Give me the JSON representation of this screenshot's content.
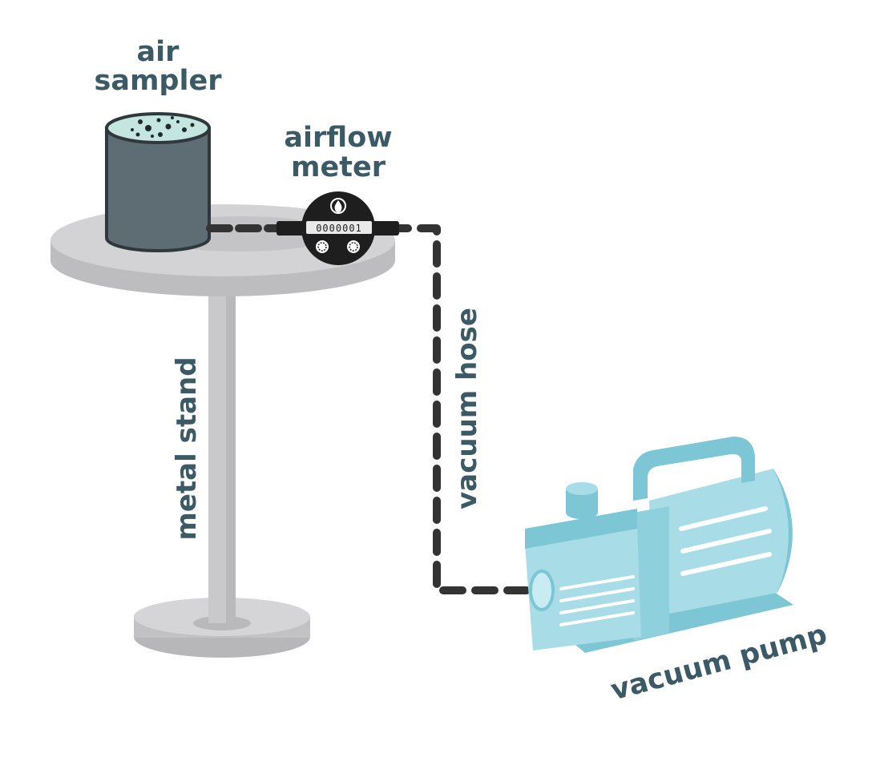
{
  "labels": {
    "air_sampler_line1": "air",
    "air_sampler_line2": "sampler",
    "airflow_meter_line1": "airflow",
    "airflow_meter_line2": "meter",
    "metal_stand": "metal stand",
    "vacuum_hose": "vacuum hose",
    "vacuum_pump": "vacuum pump"
  },
  "meter_counter": "0000001",
  "colors": {
    "label_text": "#3b5a66",
    "stand_gray": "#c9c9cb",
    "sampler_body": "#5e6c73",
    "sampler_media": "#c5e6df",
    "hose": "#333333",
    "pump_light": "#a8dce6",
    "pump_mid": "#7cc6d6",
    "meter_black": "#1e1e1e"
  },
  "icons": [
    "water-drop-icon"
  ]
}
